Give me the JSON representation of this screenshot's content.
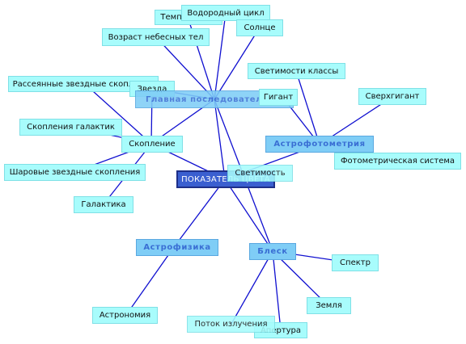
{
  "colors": {
    "edge": "#1010d0",
    "leaf": "#a8fcfc",
    "hub": "#7fcdf6",
    "center": "#3a5fd0"
  },
  "center": {
    "label": "ПОКАЗАТЕЛЬ ЦВЕТА"
  },
  "hubs": {
    "main_sequence": "Главная последовательность",
    "astrophotometry": "Астрофотометрия",
    "astrophysics": "Астрофизика",
    "brightness": "Блеск"
  },
  "leaves": {
    "temperature": "Температура",
    "hydrogen_cycle": "Водородный цикл",
    "sun": "Солнце",
    "celestial_age": "Возраст небесных тел",
    "luminosity_classes": "Светимости классы",
    "open_clusters": "Рассеянные звездные скопления",
    "star": "Звезда",
    "giant": "Гигант",
    "supergiant": "Сверхгигант",
    "galaxy_clusters": "Скопления галактик",
    "cluster": "Скопление",
    "globular_clusters": "Шаровые звездные скопления",
    "luminosity": "Светимость",
    "photometric_system": "Фотометрическая система",
    "galaxy": "Галактика",
    "spectrum": "Спектр",
    "astronomy": "Астрономия",
    "earth": "Земля",
    "radiation_flux": "Поток излучения",
    "aperture": "Апертура"
  }
}
